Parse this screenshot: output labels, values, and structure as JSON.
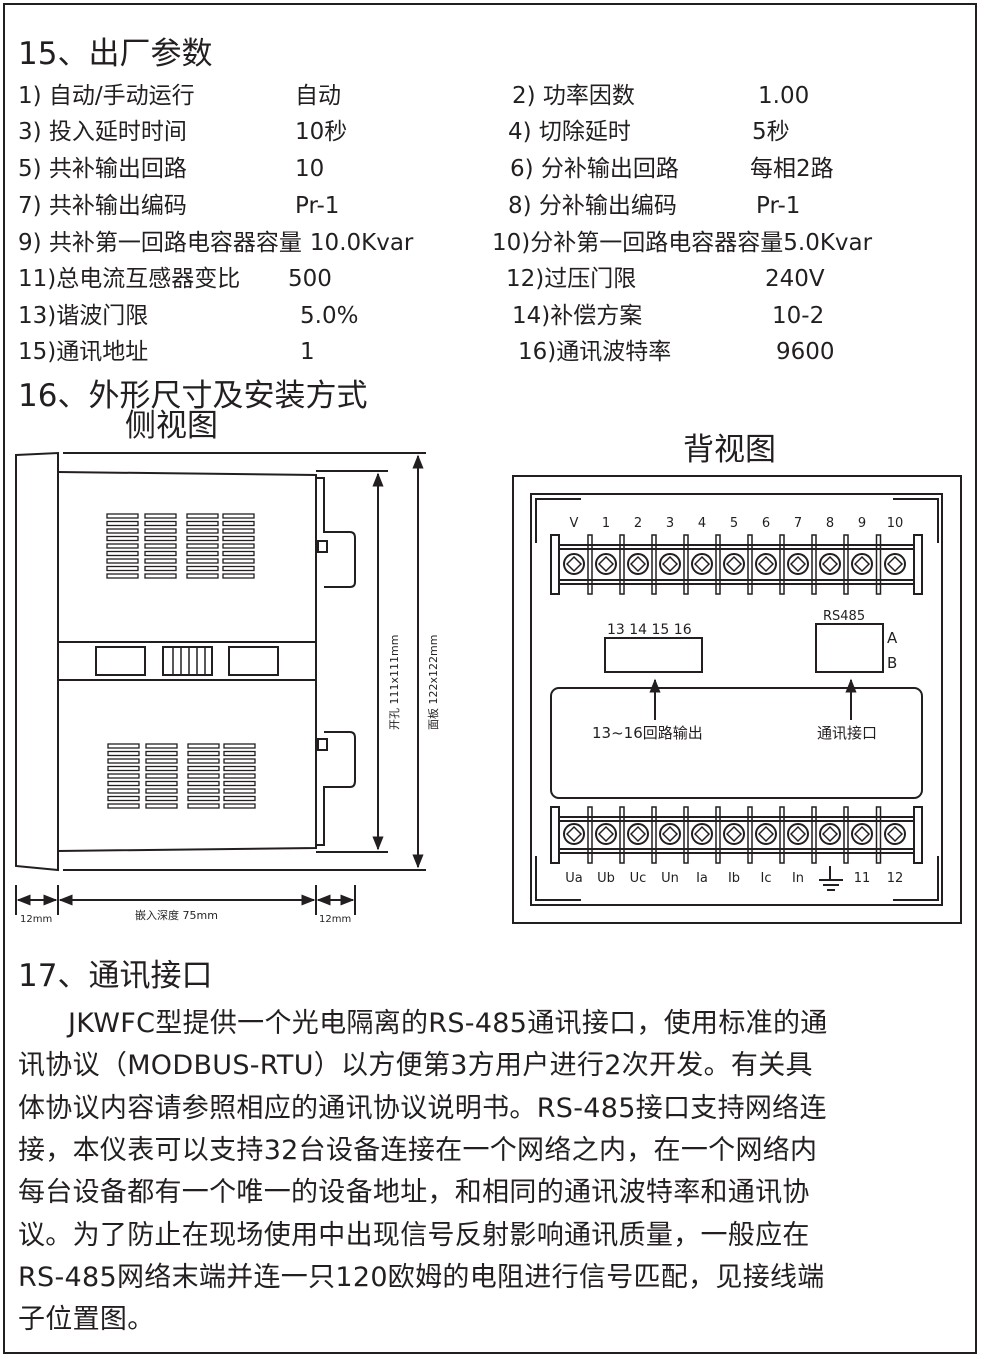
{
  "s15": {
    "title": "15、出厂参数",
    "params": [
      {
        "label": "1)  自动/手动运行",
        "value": "自动"
      },
      {
        "label": "2)  功率因数",
        "value": "1.00"
      },
      {
        "label": "3)  投入延时时间",
        "value": "10秒"
      },
      {
        "label": "4)  切除延时",
        "value": "5秒"
      },
      {
        "label": "5)  共补输出回路",
        "value": "10"
      },
      {
        "label": "6)  分补输出回路",
        "value": "每相2路"
      },
      {
        "label": "7)  共补输出编码",
        "value": "Pr-1"
      },
      {
        "label": "8)  分补输出编码",
        "value": "Pr-1"
      },
      {
        "label": "9)  共补第一回路电容器容量",
        "value": "10.0Kvar"
      },
      {
        "label": "10)分补第一回路电容器容量",
        "value": "5.0Kvar"
      },
      {
        "label": "11)总电流互感器变比",
        "value": "500"
      },
      {
        "label": "12)过压门限",
        "value": "240V"
      },
      {
        "label": "13)谐波门限",
        "value": "5.0%"
      },
      {
        "label": "14)补偿方案",
        "value": "10-2"
      },
      {
        "label": "15)通讯地址",
        "value": "1"
      },
      {
        "label": "16)通讯波特率",
        "value": "9600"
      }
    ]
  },
  "s16": {
    "title": "16、外形尺寸及安装方式",
    "side": {
      "title": "侧视图",
      "cutout": "开孔  111x111mm",
      "panel": "面板  122x122mm",
      "left_dim": "12mm",
      "depth": "嵌入深度  75mm",
      "right_dim": "12mm"
    },
    "back": {
      "title": "背视图",
      "top_terminals": [
        "V",
        "1",
        "2",
        "3",
        "4",
        "5",
        "6",
        "7",
        "8",
        "9",
        "10"
      ],
      "bottom_terminals": [
        "Ua",
        "Ub",
        "Uc",
        "Un",
        "Ia",
        "Ib",
        "Ic",
        "In",
        "",
        "11",
        "12"
      ],
      "relay_label": "13  14  15  16",
      "rs485": "RS485",
      "a": "A",
      "b": "B",
      "relay_note": "13~16回路输出",
      "comm_note": "通讯接口"
    }
  },
  "s17": {
    "title": "17、通讯接口",
    "lines": [
      "JKWFC型提供一个光电隔离的RS-485通讯接口，使用标准的通",
      "讯协议（MODBUS-RTU）以方便第3方用户进行2次开发。有关具",
      "体协议内容请参照相应的通讯协议说明书。RS-485接口支持网络连",
      "接，本仪表可以支持32台设备连接在一个网络之内，在一个网络内",
      "每台设备都有一个唯一的设备地址，和相同的通讯波特率和通讯协",
      "议。为了防止在现场使用中出现信号反射影响通讯质量，一般应在",
      "RS-485网络末端并连一只120欧姆的电阻进行信号匹配，见接线端",
      "子位置图。"
    ]
  }
}
